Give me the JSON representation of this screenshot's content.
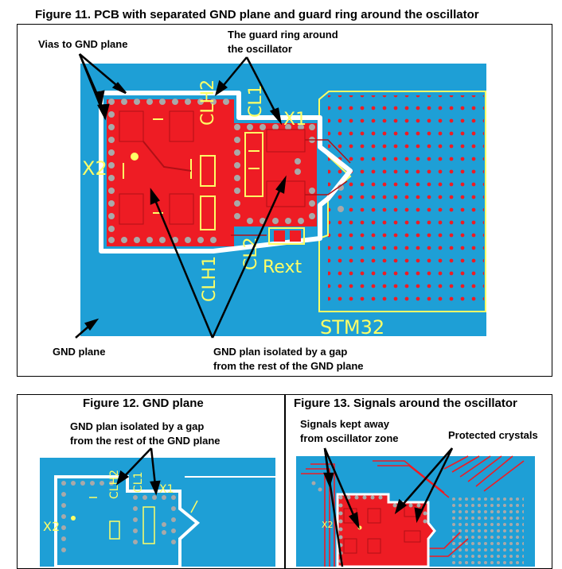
{
  "figure11": {
    "title": "Figure 11. PCB with separated GND plane and guard ring around the oscillator",
    "callouts": {
      "vias": "Vias to GND plane",
      "guard_ring_line1": "The guard ring around",
      "guard_ring_line2": "the oscillator",
      "gnd_plane": "GND plane",
      "isolated_line1": "GND plan isolated by a gap",
      "isolated_line2": "from the rest of the GND plane"
    },
    "pcb_labels": {
      "x2": "X2",
      "x1": "X1",
      "clh2": "CLH2",
      "cl1": "CL1",
      "clh1": "CLH1",
      "cl2": "CL2",
      "rext": "Rext",
      "mcu": "STM32"
    }
  },
  "figure12": {
    "title": "Figure 12. GND plane",
    "callout_line1": "GND plan isolated by a gap",
    "callout_line2": "from the rest of the GND plane",
    "pcb_labels": {
      "x2": "X2",
      "clh2": "CLH2",
      "cl1": "CL1",
      "x1": "X1"
    }
  },
  "figure13": {
    "title": "Figure 13. Signals around the oscillator",
    "callout_signals_line1": "Signals kept away",
    "callout_signals_line2": "from oscillator zone",
    "callout_protected": "Protected crystals",
    "pcb_labels": {
      "x2": "X2"
    }
  },
  "colors": {
    "board": "#1e9fd6",
    "copper": "#ee1c24",
    "silkscreen": "#ffff66",
    "via": "#a9a9a9",
    "gap": "#ffffff"
  }
}
